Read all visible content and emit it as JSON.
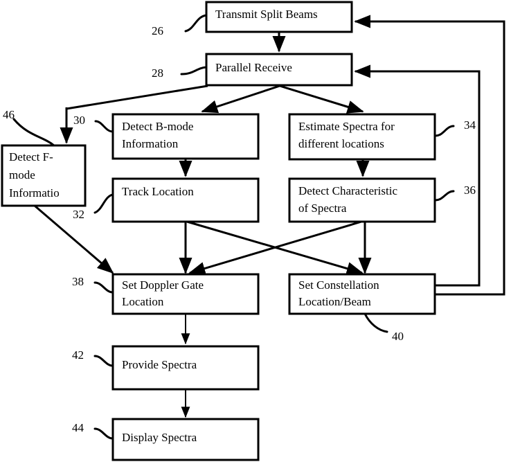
{
  "diagram": {
    "type": "flowchart",
    "title": "",
    "background_color": "#ffffff",
    "line_color": "#000000",
    "text_color": "#000000",
    "nodes": [
      {
        "id": "n26",
        "ref": "26",
        "label_line1": "Transmit Split Beams",
        "label_line2": ""
      },
      {
        "id": "n28",
        "ref": "28",
        "label_line1": "Parallel Receive",
        "label_line2": ""
      },
      {
        "id": "n46",
        "ref": "46",
        "label_line1": "Detect F-",
        "label_line2": "mode",
        "label_line3": "Informatio"
      },
      {
        "id": "n30",
        "ref": "30",
        "label_line1": "Detect B-mode",
        "label_line2": "Information"
      },
      {
        "id": "n34",
        "ref": "34",
        "label_line1": "Estimate Spectra for",
        "label_line2": "different locations"
      },
      {
        "id": "n32",
        "ref": "32",
        "label_line1": "Track Location",
        "label_line2": ""
      },
      {
        "id": "n36",
        "ref": "36",
        "label_line1": "Detect Characteristic",
        "label_line2": "of Spectra"
      },
      {
        "id": "n38",
        "ref": "38",
        "label_line1": "Set Doppler Gate",
        "label_line2": "Location"
      },
      {
        "id": "n40",
        "ref": "40",
        "label_line1": "Set Constellation",
        "label_line2": "Location/Beam"
      },
      {
        "id": "n42",
        "ref": "42",
        "label_line1": "Provide Spectra",
        "label_line2": ""
      },
      {
        "id": "n44",
        "ref": "44",
        "label_line1": "Display Spectra",
        "label_line2": ""
      }
    ],
    "edges": [
      {
        "from": "n26",
        "to": "n28",
        "style": "arrow"
      },
      {
        "from": "n28",
        "to": "n46",
        "style": "arrow"
      },
      {
        "from": "n28",
        "to": "n30",
        "style": "arrow"
      },
      {
        "from": "n28",
        "to": "n34",
        "style": "arrow"
      },
      {
        "from": "n30",
        "to": "n32",
        "style": "arrow"
      },
      {
        "from": "n34",
        "to": "n36",
        "style": "arrow"
      },
      {
        "from": "n46",
        "to": "n38",
        "style": "arrow"
      },
      {
        "from": "n32",
        "to": "n38",
        "style": "arrow"
      },
      {
        "from": "n32",
        "to": "n40",
        "style": "arrow"
      },
      {
        "from": "n36",
        "to": "n40",
        "style": "arrow"
      },
      {
        "from": "n36",
        "to": "n38",
        "style": "arrow"
      },
      {
        "from": "n38",
        "to": "n42",
        "style": "arrow"
      },
      {
        "from": "n42",
        "to": "n44",
        "style": "arrow"
      },
      {
        "from": "n40",
        "to": "n26",
        "style": "feedback-arrow"
      },
      {
        "from": "n40",
        "to": "n28",
        "style": "feedback-arrow"
      }
    ]
  },
  "labels": {
    "transmit_split_beams": "Transmit Split Beams",
    "parallel_receive": "Parallel Receive",
    "detect_f_mode_1": "Detect F-",
    "detect_f_mode_2": "mode",
    "detect_f_mode_3": "Informatio",
    "detect_b_mode_1": "Detect B-mode",
    "detect_b_mode_2": "Information",
    "estimate_spectra_1": "Estimate Spectra for",
    "estimate_spectra_2": "different locations",
    "track_location": "Track Location",
    "detect_characteristic_1": "Detect Characteristic",
    "detect_characteristic_2": "of Spectra",
    "set_doppler_gate_1": "Set Doppler Gate",
    "set_doppler_gate_2": "Location",
    "set_constellation_1": "Set Constellation",
    "set_constellation_2": "Location/Beam",
    "provide_spectra": "Provide Spectra",
    "display_spectra": "Display Spectra"
  },
  "refs": {
    "r26": "26",
    "r28": "28",
    "r30": "30",
    "r32": "32",
    "r34": "34",
    "r36": "36",
    "r38": "38",
    "r40": "40",
    "r42": "42",
    "r44": "44",
    "r46": "46"
  }
}
